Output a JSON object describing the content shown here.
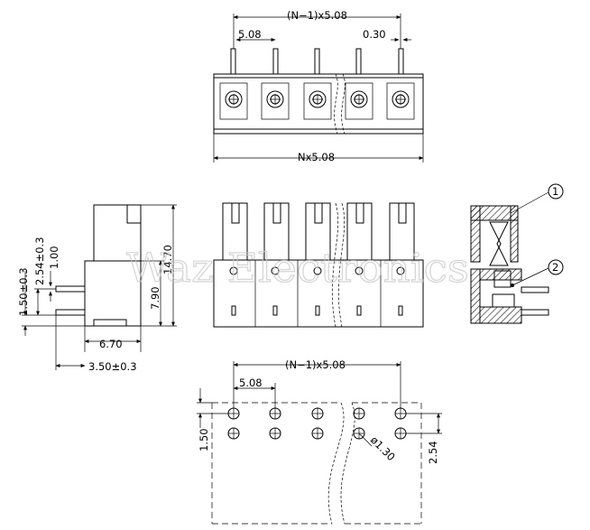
{
  "top_view": {
    "pitch_span_label": "(N−1)x5.08",
    "pitch_label": "5.08",
    "pin_thickness_label": "0.30",
    "total_width_label": "Nx5.08"
  },
  "side_view": {
    "height_label": "14.70",
    "body_height_label": "7.90",
    "offset_a_label": "1.50±0.3",
    "offset_b_label": "2.54±0.3",
    "offset_c_label": "1.00",
    "depth_label": "6.70",
    "pin_length_label": "3.50±0.3"
  },
  "section_view": {
    "callout_1": "1",
    "callout_2": "2"
  },
  "footprint": {
    "pitch_span_label": "(N−1)x5.08",
    "pitch_label": "5.08",
    "edge_offset_label": "1.50",
    "hole_diameter_label": "ø1.30",
    "row_spacing_label": "2.54"
  },
  "watermark": "Waz Electronics"
}
